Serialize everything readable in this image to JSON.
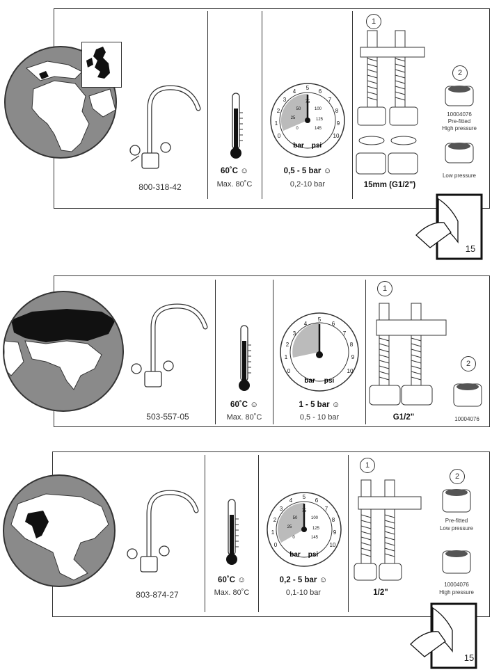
{
  "sections": [
    {
      "article": "800-318-42",
      "temperature": "60˚C",
      "max_temperature": "Max. 80˚C",
      "pressure": "0,5 - 5 bar",
      "pressure_range": "0,2-10 bar",
      "connection": "15mm (G1/2\")",
      "step1": "1",
      "step2": "2",
      "aerator_pre_id": "10004076",
      "aerator_pre_label1": "Pre-fitted",
      "aerator_pre_label2": "High pressure",
      "aerator_alt_label": "Low pressure",
      "page_number": "15"
    },
    {
      "article": "503-557-05",
      "temperature": "60˚C",
      "max_temperature": "Max. 80˚C",
      "pressure": "1 - 5 bar",
      "pressure_range": "0,5 - 10 bar",
      "connection": "G1/2\"",
      "step1": "1",
      "step2": "2",
      "aerator_id": "10004076"
    },
    {
      "article": "803-874-27",
      "temperature": "60˚C",
      "max_temperature": "Max. 80˚C",
      "pressure": "0,2 - 5 bar",
      "pressure_range": "0,1-10 bar",
      "connection": "1/2\"",
      "step1": "1",
      "step2": "2",
      "aerator_pre_label1": "Pre-fitted",
      "aerator_pre_label2": "Low pressure",
      "aerator_alt_id": "10004076",
      "aerator_alt_label": "High pressure",
      "page_number": "15"
    }
  ],
  "gauge": {
    "bar_ticks": [
      "0",
      "1",
      "2",
      "3",
      "4",
      "5",
      "6",
      "7",
      "8",
      "9",
      "10"
    ],
    "psi_ticks": [
      "25",
      "50",
      "75",
      "100",
      "125",
      "145"
    ],
    "unit_bar": "bar",
    "unit_psi": "psi"
  },
  "icons": [
    "globe-icon",
    "faucet-icon",
    "thermometer-icon",
    "pressure-gauge-icon",
    "hose-icon",
    "aerator-icon",
    "smiley-icon",
    "page-turn-icon"
  ]
}
